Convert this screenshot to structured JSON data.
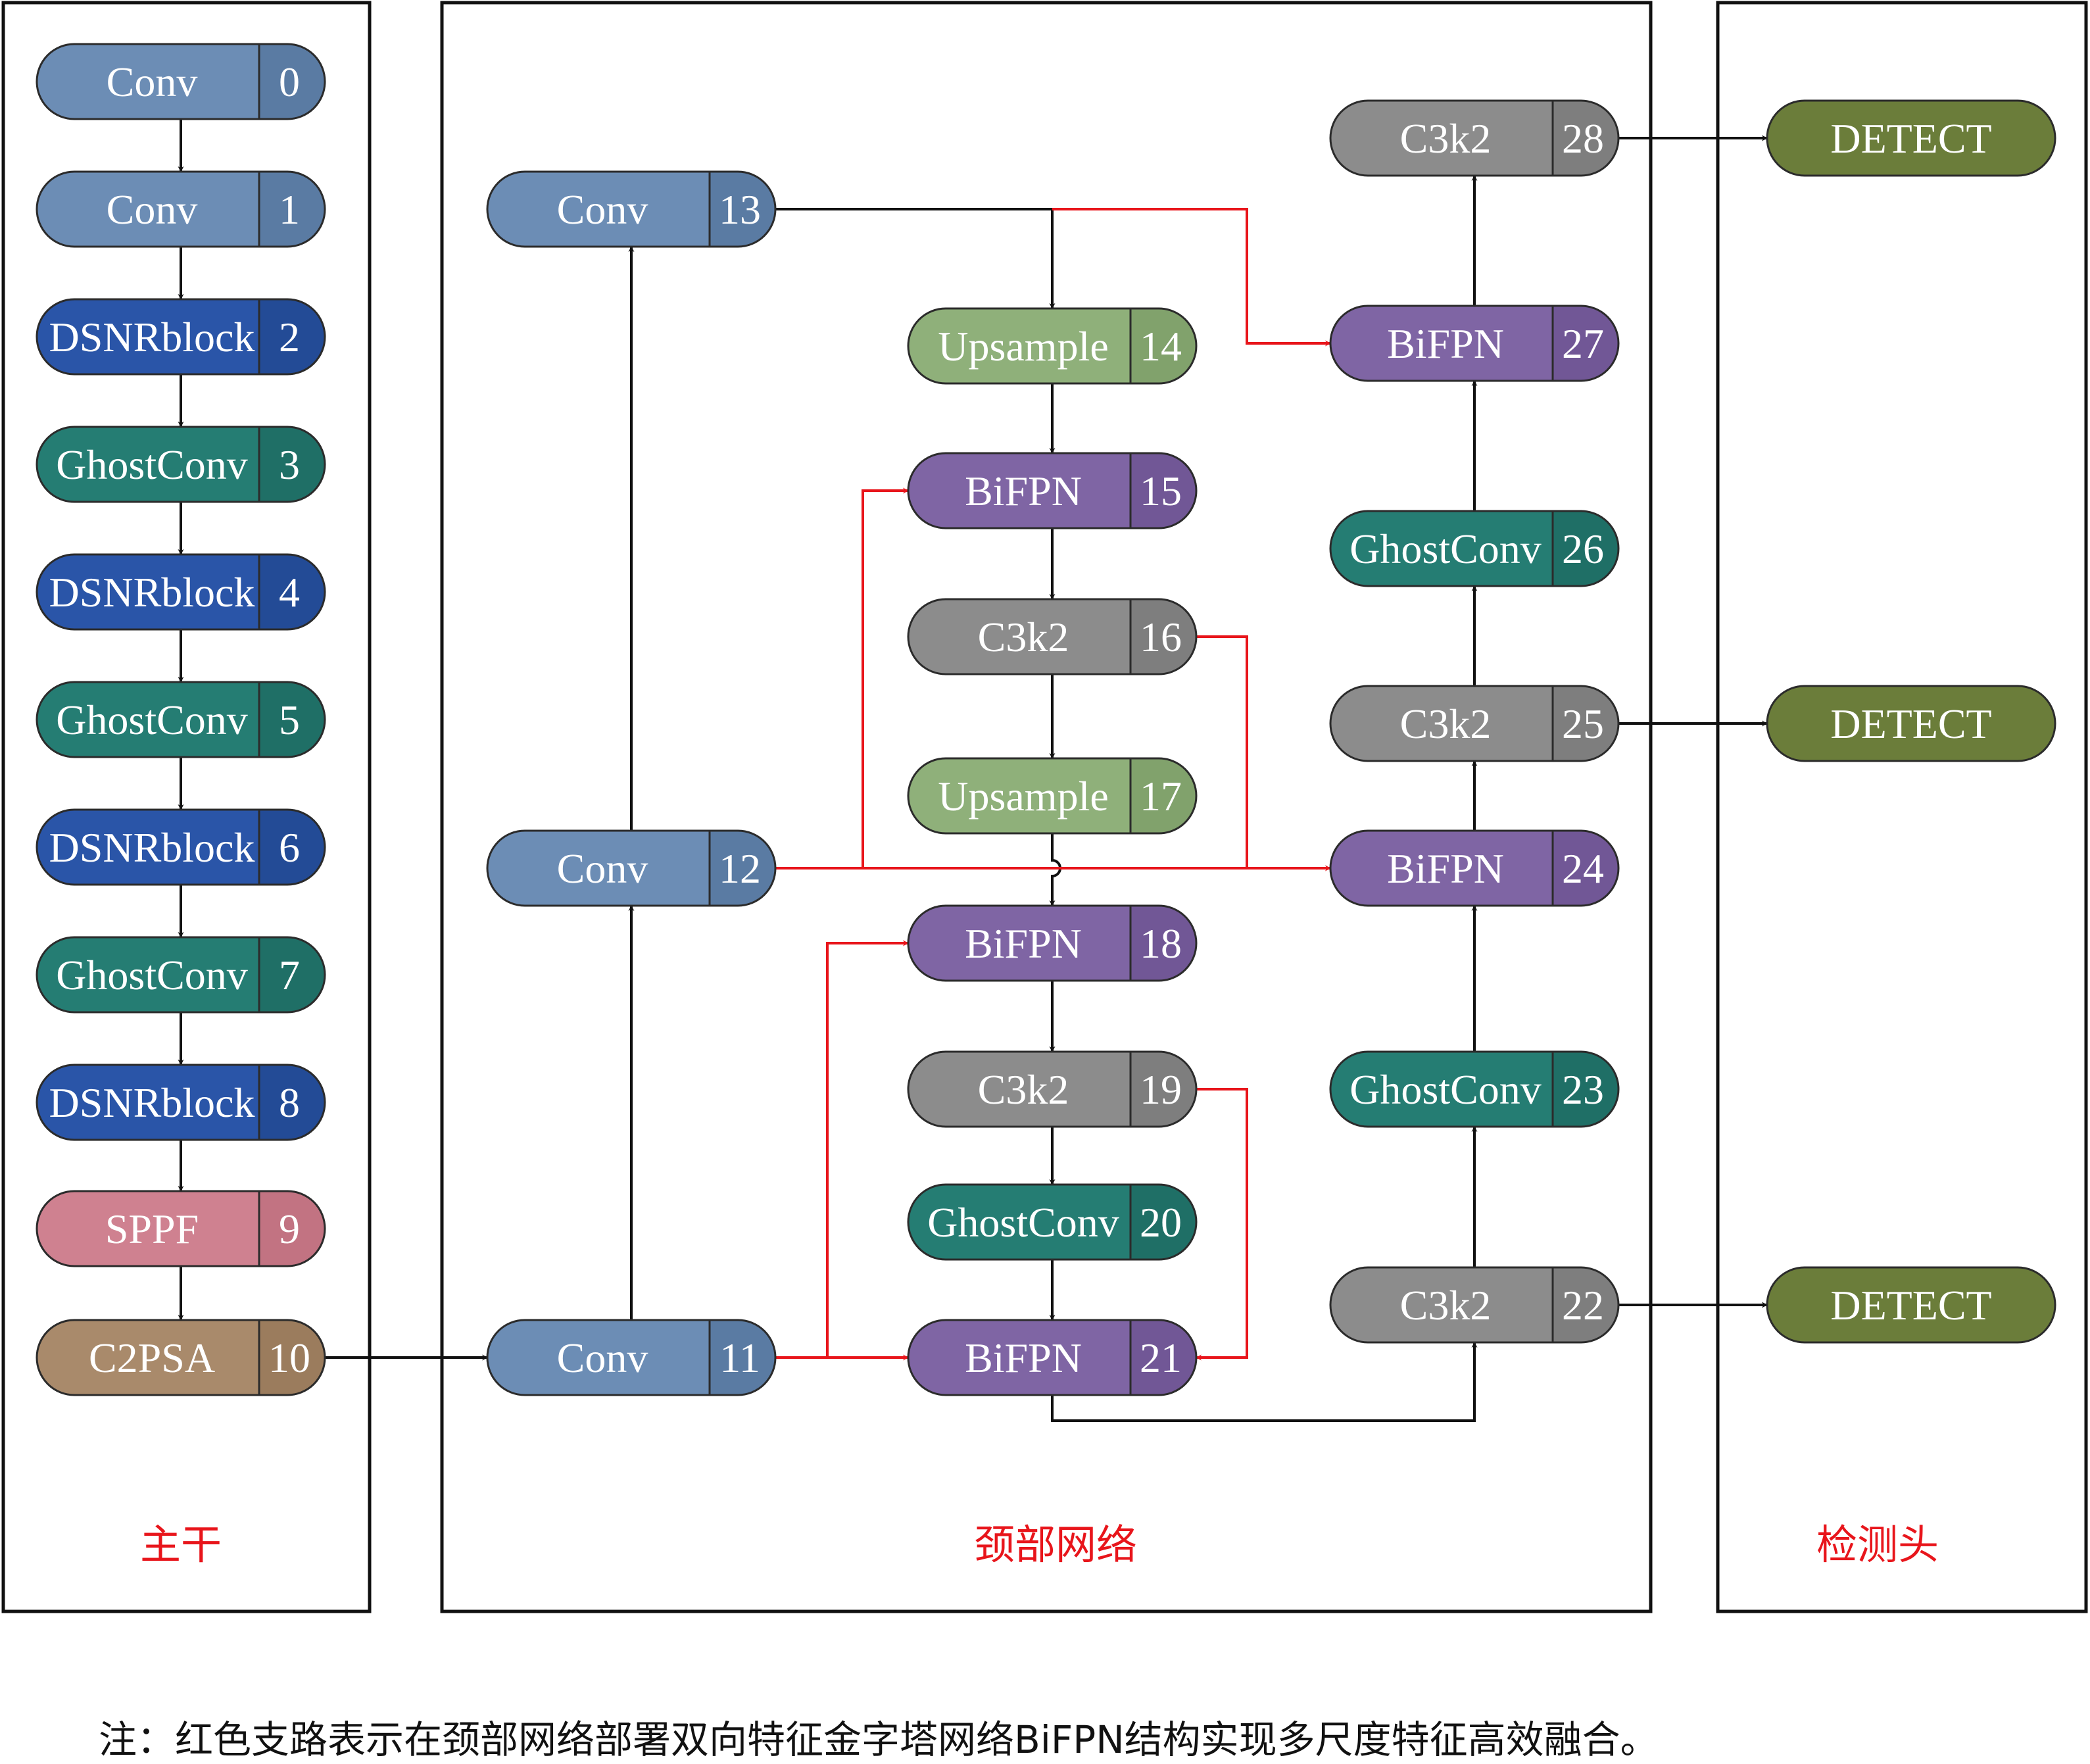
{
  "sections": [
    {
      "id": "backbone",
      "label": "主干"
    },
    {
      "id": "neck",
      "label": "颈部网络"
    },
    {
      "id": "head",
      "label": "检测头"
    }
  ],
  "modules": [
    {
      "id": 0,
      "name": "Conv",
      "type": "Conv"
    },
    {
      "id": 1,
      "name": "Conv",
      "type": "Conv"
    },
    {
      "id": 2,
      "name": "DSNRblock",
      "type": "DSNRblock"
    },
    {
      "id": 3,
      "name": "GhostConv",
      "type": "GhostConv"
    },
    {
      "id": 4,
      "name": "DSNRblock",
      "type": "DSNRblock"
    },
    {
      "id": 5,
      "name": "GhostConv",
      "type": "GhostConv"
    },
    {
      "id": 6,
      "name": "DSNRblock",
      "type": "DSNRblock"
    },
    {
      "id": 7,
      "name": "GhostConv",
      "type": "GhostConv"
    },
    {
      "id": 8,
      "name": "DSNRblock",
      "type": "DSNRblock"
    },
    {
      "id": 9,
      "name": "SPPF",
      "type": "SPPF"
    },
    {
      "id": 10,
      "name": "C2PSA",
      "type": "C2PSA"
    },
    {
      "id": 11,
      "name": "Conv",
      "type": "Conv"
    },
    {
      "id": 12,
      "name": "Conv",
      "type": "Conv"
    },
    {
      "id": 13,
      "name": "Conv",
      "type": "Conv"
    },
    {
      "id": 14,
      "name": "Upsample",
      "type": "Upsample"
    },
    {
      "id": 15,
      "name": "BiFPN",
      "type": "BiFPN"
    },
    {
      "id": 16,
      "name": "C3k2",
      "type": "C3k2"
    },
    {
      "id": 17,
      "name": "Upsample",
      "type": "Upsample"
    },
    {
      "id": 18,
      "name": "BiFPN",
      "type": "BiFPN"
    },
    {
      "id": 19,
      "name": "C3k2",
      "type": "C3k2"
    },
    {
      "id": 20,
      "name": "GhostConv",
      "type": "GhostConv"
    },
    {
      "id": 21,
      "name": "BiFPN",
      "type": "BiFPN"
    },
    {
      "id": 22,
      "name": "C3k2",
      "type": "C3k2"
    },
    {
      "id": 23,
      "name": "GhostConv",
      "type": "GhostConv"
    },
    {
      "id": 24,
      "name": "BiFPN",
      "type": "BiFPN"
    },
    {
      "id": 25,
      "name": "C3k2",
      "type": "C3k2"
    },
    {
      "id": 26,
      "name": "GhostConv",
      "type": "GhostConv"
    },
    {
      "id": 27,
      "name": "BiFPN",
      "type": "BiFPN"
    },
    {
      "id": 28,
      "name": "C3k2",
      "type": "C3k2"
    }
  ],
  "detect_heads": [
    {
      "id": "detect-1",
      "label": "DETECT",
      "source": 28
    },
    {
      "id": "detect-2",
      "label": "DETECT",
      "source": 25
    },
    {
      "id": "detect-3",
      "label": "DETECT",
      "source": 22
    }
  ],
  "colors": {
    "Conv": {
      "fill": "#6c8db5",
      "num": "#5a7ba3"
    },
    "DSNRblock": {
      "fill": "#2a55a8",
      "num": "#234b96"
    },
    "GhostConv": {
      "fill": "#257d73",
      "num": "#1f6f66"
    },
    "SPPF": {
      "fill": "#cf8190",
      "num": "#c27382"
    },
    "C2PSA": {
      "fill": "#a98a6b",
      "num": "#9b7c5d"
    },
    "Upsample": {
      "fill": "#8fb07a",
      "num": "#81a26c"
    },
    "BiFPN": {
      "fill": "#7f65a4",
      "num": "#715796"
    },
    "C3k2": {
      "fill": "#8c8c8c",
      "num": "#7e7e7e"
    },
    "DETECT": {
      "fill": "#6b7d3a",
      "num": "#6b7d3a"
    },
    "arrow": "#111111",
    "bifpn_arrow": "#e8151b"
  },
  "caption": "注：红色支路表示在颈部网络部署双向特征金字塔网络BiFPN结构实现多尺度特征高效融合。"
}
